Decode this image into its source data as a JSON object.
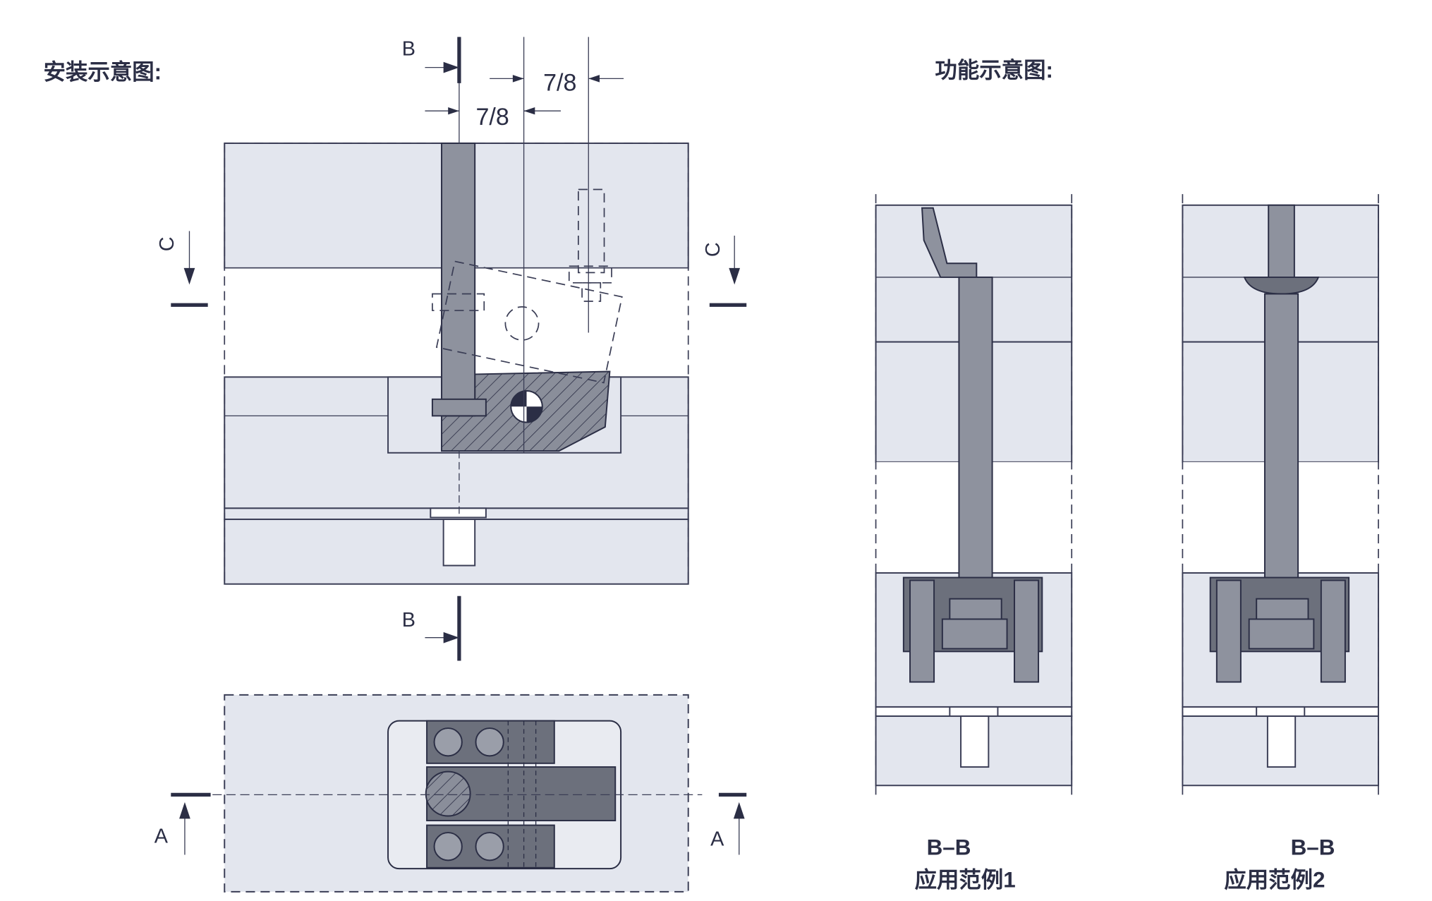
{
  "install": {
    "title": "安装示意图:",
    "section_b": "B",
    "section_c": "C",
    "section_a": "A",
    "dim_left": "7/8",
    "dim_right": "7/8"
  },
  "function": {
    "title": "功能示意图:",
    "example1": {
      "section": "B–B",
      "caption": "应用范例1"
    },
    "example2": {
      "section": "B–B",
      "caption": "应用范例2"
    }
  },
  "colors": {
    "ink": "#2b2e45",
    "plate": "#e3e6ee",
    "part": "#8e929e"
  }
}
